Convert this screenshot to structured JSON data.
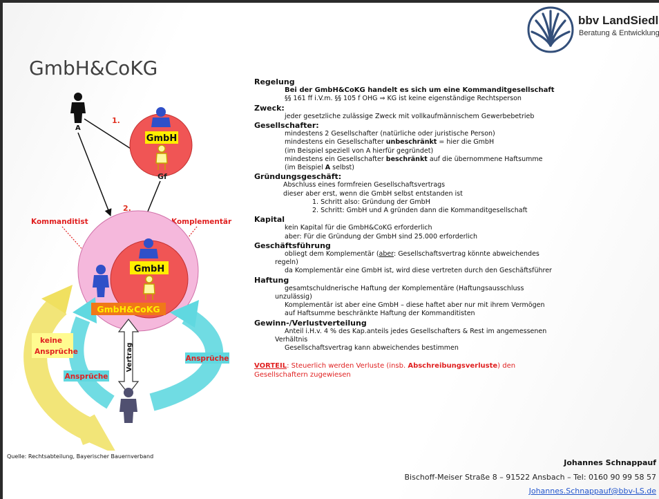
{
  "title": "GmbH&CoKG",
  "logo": {
    "name": "bbv LandSiedlung",
    "subtitle": "Beratung & Entwicklung"
  },
  "diagram": {
    "person_a": "A",
    "step1": "1.",
    "step2": "2.",
    "gmbh_top": "GmbH",
    "gf": "Gf",
    "kommanditist": "Kommanditist",
    "komplementaer": "Komplementär",
    "gmbh_inner": "GmbH",
    "gmbh_cokg": "GmbH&CoKG",
    "keine": "keine",
    "ansprueche_yellow": "Ansprüche",
    "vertrag": "Vertrag",
    "ansprueche_cyan_right": "Ansprüche",
    "ansprueche_cyan_left": "Ansprüche",
    "source": "Quelle: Rechtsabteilung, Bayerischer Bauernverband"
  },
  "rules": {
    "regelung_h": "Regelung",
    "regelung_1": "Bei der GmbH&CoKG handelt es sich um eine Kommanditgesellschaft",
    "regelung_2": "§§ 161 ff i.V.m. §§ 105 f OHG ⇒ KG ist keine eigenständige Rechtsperson",
    "zweck_h": "Zweck:",
    "zweck_1": "jeder gesetzliche zulässige Zweck mit vollkaufmännischem Gewerbebetrieb",
    "ges_h": "Gesellschafter:",
    "ges_1": "mindestens 2 Gesellschafter (natürliche oder juristische Person)",
    "ges_2a": "mindestens ein Gesellschafter ",
    "ges_2b": "unbeschränkt",
    "ges_2c": " = hier die GmbH",
    "ges_3": "(im Beispiel speziell von A hierfür gegründet)",
    "ges_4a": "mindestens ein Gesellschafter ",
    "ges_4b": "beschränkt",
    "ges_4c": " auf die übernommene Haftsumme",
    "ges_5a": "(im Beispiel ",
    "ges_5b": "A",
    "ges_5c": " selbst)",
    "gruend_h": "Gründungsgeschäft:",
    "gruend_1": "Abschluss eines formfreien Gesellschaftsvertrags",
    "gruend_2": "dieser aber erst, wenn die GmbH selbst entstanden ist",
    "gruend_3": "1. Schritt also: Gründung der GmbH",
    "gruend_4": "2. Schritt: GmbH und A gründen dann die Kommanditgesellschaft",
    "kapital_h": "Kapital",
    "kapital_1": "kein Kapital für die GmbH&CoKG erforderlich",
    "kapital_2": "aber: Für die Gründung der GmbH sind 25.000 erforderlich",
    "gf_h": "Geschäftsführung",
    "gf_1a": "obliegt dem Komplementär (",
    "gf_1b": "aber",
    "gf_1c": ": Gesellschaftsvertrag könnte abweichendes",
    "gf_2": "regeln)",
    "gf_3": "da Komplementär eine GmbH ist, wird diese vertreten durch den Geschäftsführer",
    "haft_h": "Haftung",
    "haft_1": "gesamtschuldnerische Haftung der Komplementäre (Haftungsausschluss",
    "haft_2": "unzulässig)",
    "haft_3": "Komplementär ist aber eine GmbH – diese haftet aber nur mit ihrem Vermögen",
    "haft_4": "auf Haftsumme beschränkte Haftung der Kommanditisten",
    "gv_h": "Gewinn-/Verlustverteilung",
    "gv_1": "Anteil i.H.v. 4 % des Kap.anteils jedes Gesellschafters & Rest im angemessenen",
    "gv_2": "Verhältnis",
    "gv_3": "Gesellschaftsvertrag kann abweichendes bestimmen",
    "vorteil_kw": "VORTEIL",
    "vorteil_a": ": Steuerlich werden Verluste (insb. ",
    "vorteil_b": "Abschreibungsverluste",
    "vorteil_c": ") den",
    "vorteil_2": "Gesellschaftern zugewiesen"
  },
  "footer": {
    "name": "Johannes Schnappauf",
    "address": "Bischoff-Meiser Straße 8  –  91522 Ansbach  –  Tel: 0160 90 99 58 57",
    "email": "Johannes.Schnappauf@bbv-LS.de"
  }
}
